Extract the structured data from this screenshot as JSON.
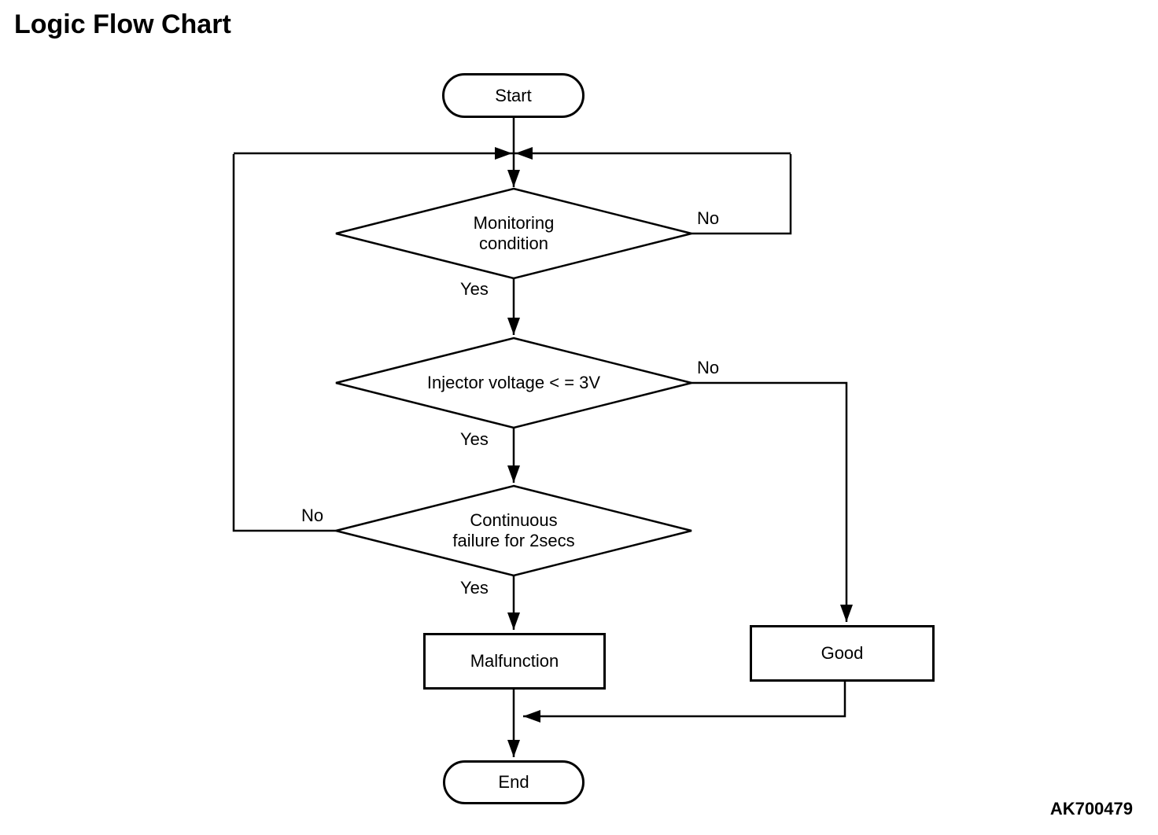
{
  "title": "Logic Flow Chart",
  "figure_code": "AK700479",
  "colors": {
    "line": "#000000",
    "background": "#ffffff",
    "text": "#000000"
  },
  "flowchart": {
    "nodes": {
      "start": {
        "type": "terminator",
        "label": "Start"
      },
      "monitoring_condition": {
        "type": "decision",
        "line1": "Monitoring",
        "line2": "condition"
      },
      "injector_voltage": {
        "type": "decision",
        "label": "Injector voltage < = 3V"
      },
      "continuous_failure": {
        "type": "decision",
        "line1": "Continuous",
        "line2": "failure for 2secs"
      },
      "malfunction": {
        "type": "process",
        "label": "Malfunction"
      },
      "good": {
        "type": "process",
        "label": "Good"
      },
      "end": {
        "type": "terminator",
        "label": "End"
      }
    },
    "edges": {
      "monitoring_no": "No",
      "monitoring_yes": "Yes",
      "injector_no": "No",
      "injector_yes": "Yes",
      "continuous_no": "No",
      "continuous_yes": "Yes"
    }
  }
}
